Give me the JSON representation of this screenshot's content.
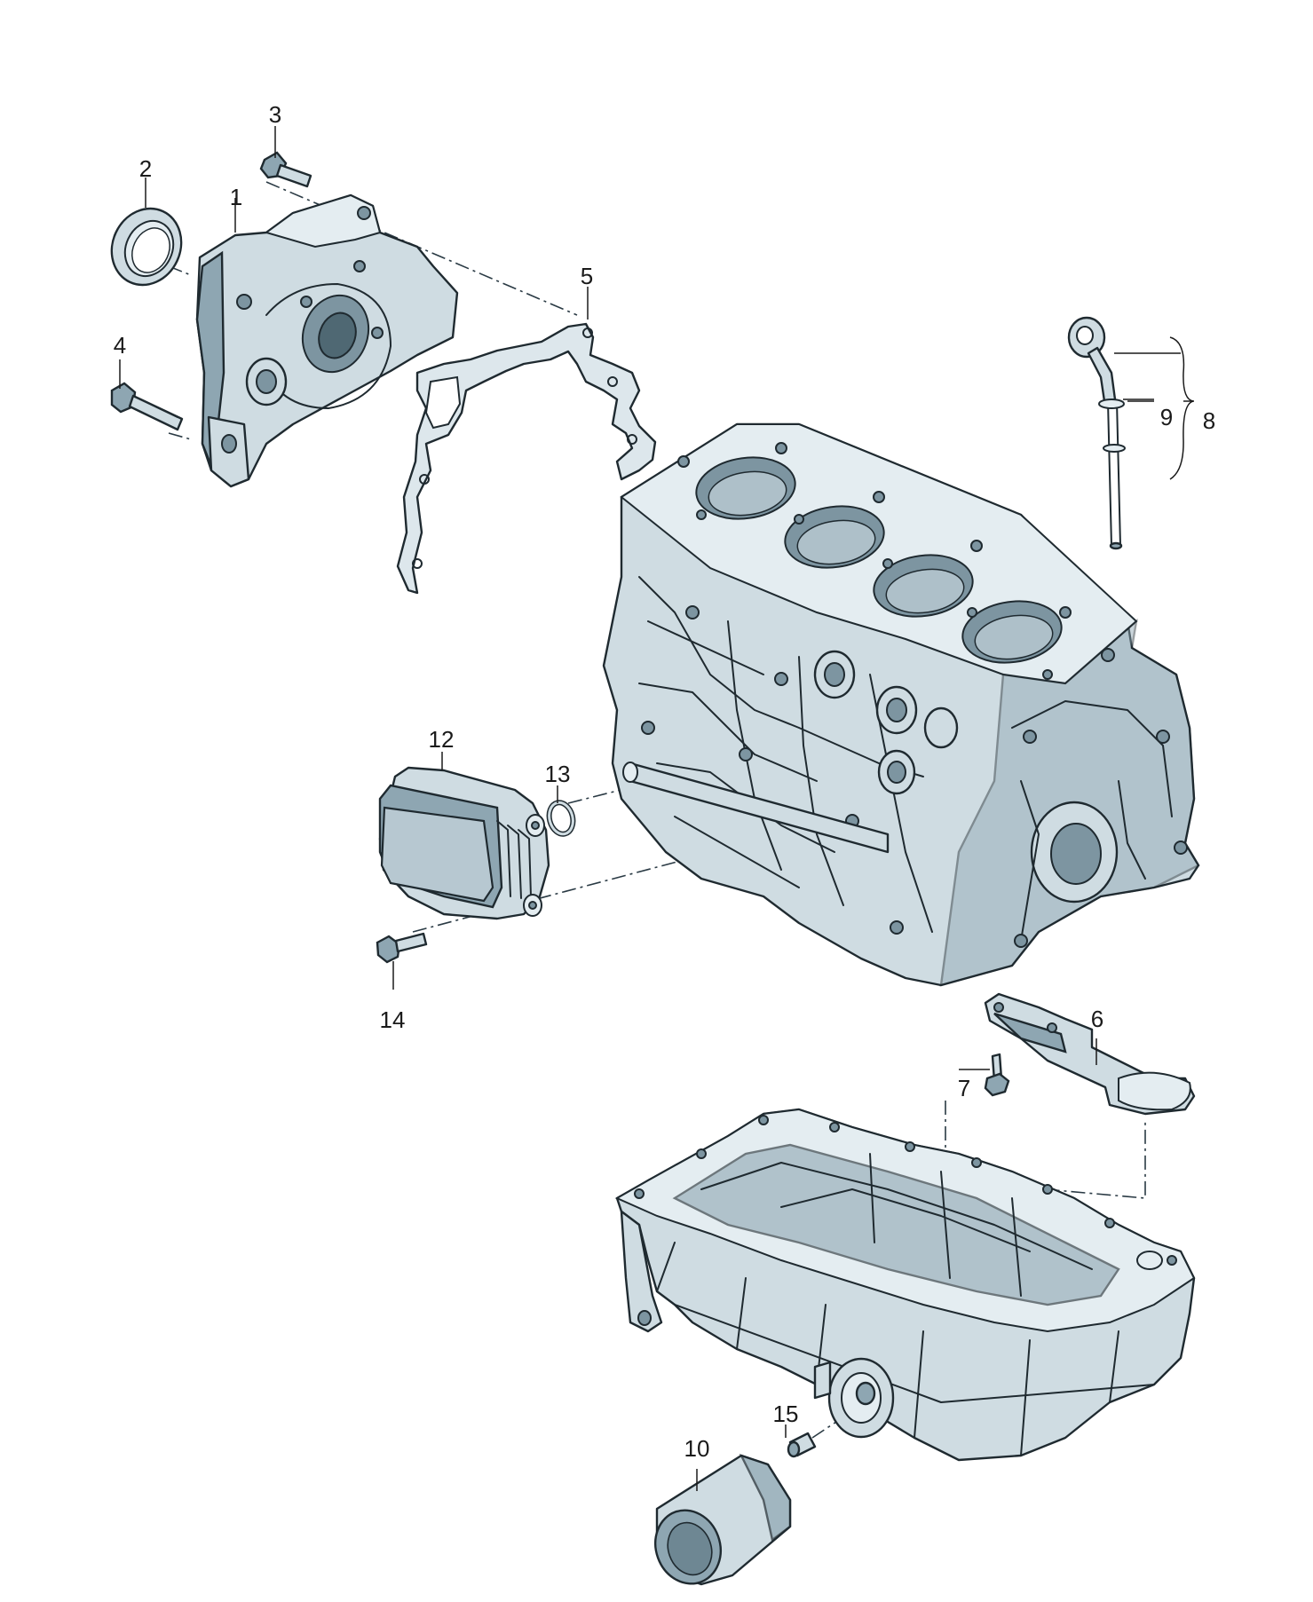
{
  "callouts": {
    "c1": "1",
    "c2": "2",
    "c3": "3",
    "c4": "4",
    "c5": "5",
    "c6": "6",
    "c7": "7",
    "c8": "8",
    "c9": "9",
    "c10": "10",
    "c12": "12",
    "c13": "13",
    "c14": "14",
    "c15": "15"
  },
  "colors": {
    "part_fill": "#cfdce2",
    "part_shadow": "#8ea6b2",
    "outline": "#1f2a30"
  }
}
